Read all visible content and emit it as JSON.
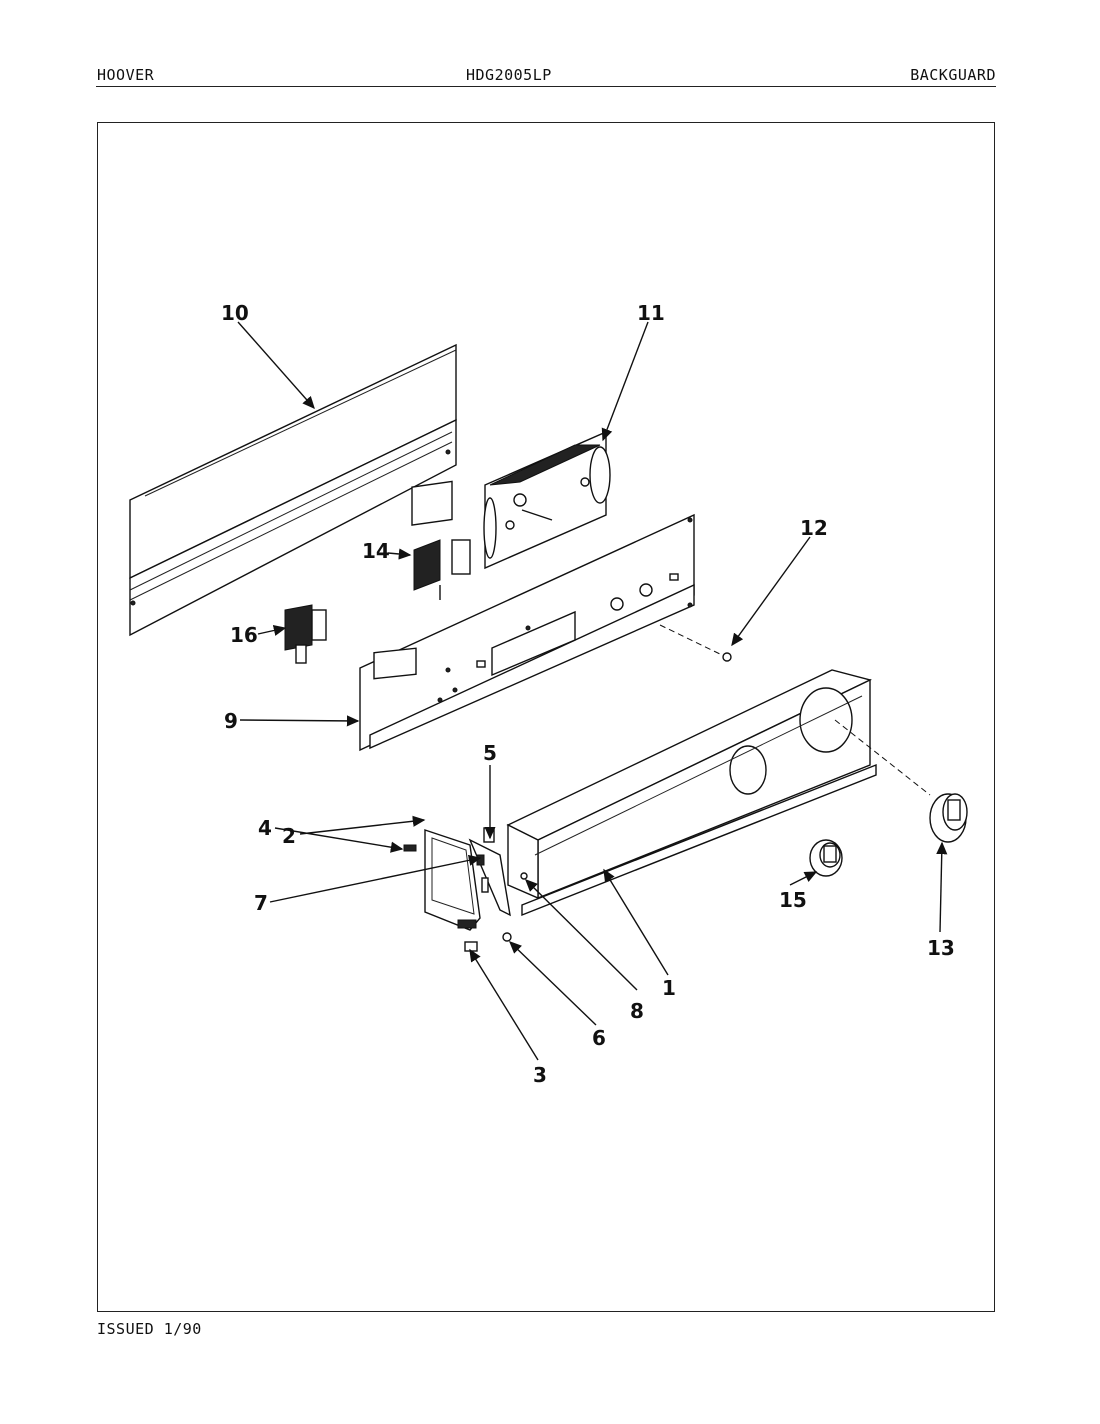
{
  "header": {
    "brand": "HOOVER",
    "model": "HDG2005LP",
    "section": "BACKGUARD"
  },
  "footer": {
    "issued": "ISSUED 1/90"
  },
  "diagram": {
    "callouts": [
      "1",
      "2",
      "3",
      "4",
      "5",
      "6",
      "7",
      "8",
      "9",
      "10",
      "11",
      "12",
      "13",
      "14",
      "15",
      "16"
    ]
  }
}
